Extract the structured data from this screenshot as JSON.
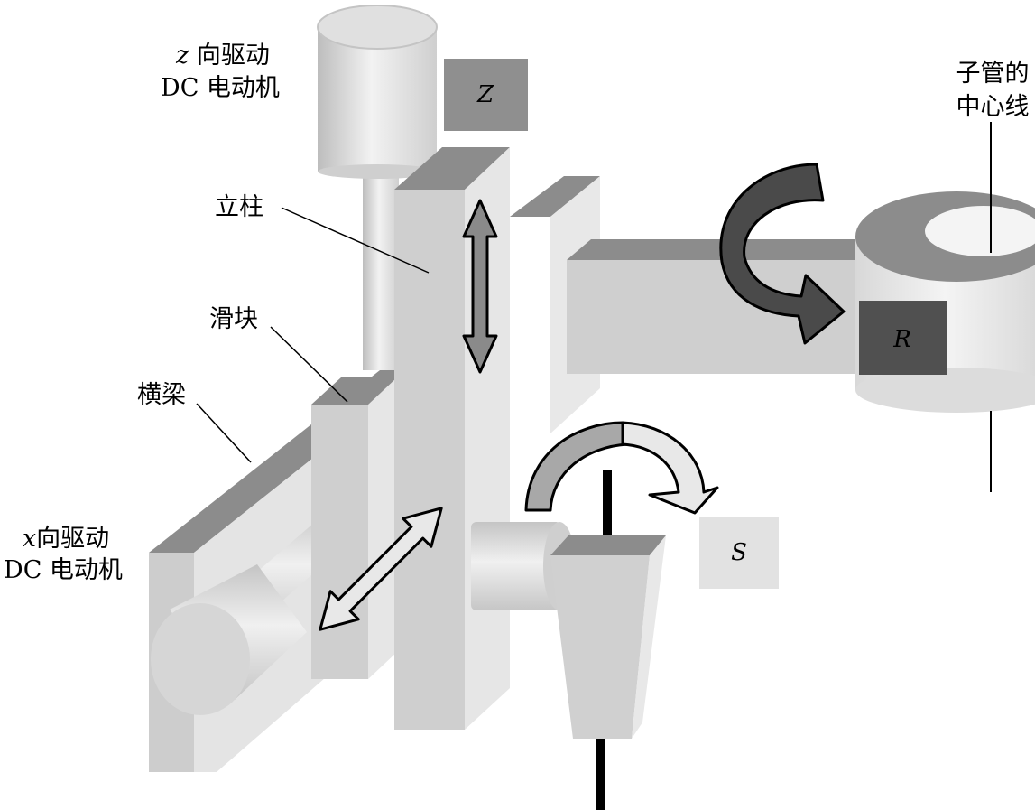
{
  "labels": {
    "z_motor": {
      "line1_var": "z",
      "line1_text": "向驱动",
      "line2": "DC 电动机"
    },
    "x_motor": {
      "line1_var": "x",
      "line1_text": "向驱动",
      "line2": "DC 电动机"
    },
    "column": "立柱",
    "slider": "滑块",
    "beam": "横梁",
    "tube_center": {
      "line1": "子管的",
      "line2": "中心线"
    }
  },
  "axes": {
    "z": "Z",
    "r": "R",
    "s": "S"
  },
  "colors": {
    "top_face": "#8c8c8c",
    "front_face": "#cfcfcf",
    "side_face": "#e6e6e6",
    "dark_box": "#505050",
    "mid_box": "#8f8f8f",
    "light_box": "#e2e2e2",
    "dark_arrow": "#4a4a4a",
    "mid_arrow": "#a8a8a8",
    "light_arrow": "#e8e8e8"
  }
}
